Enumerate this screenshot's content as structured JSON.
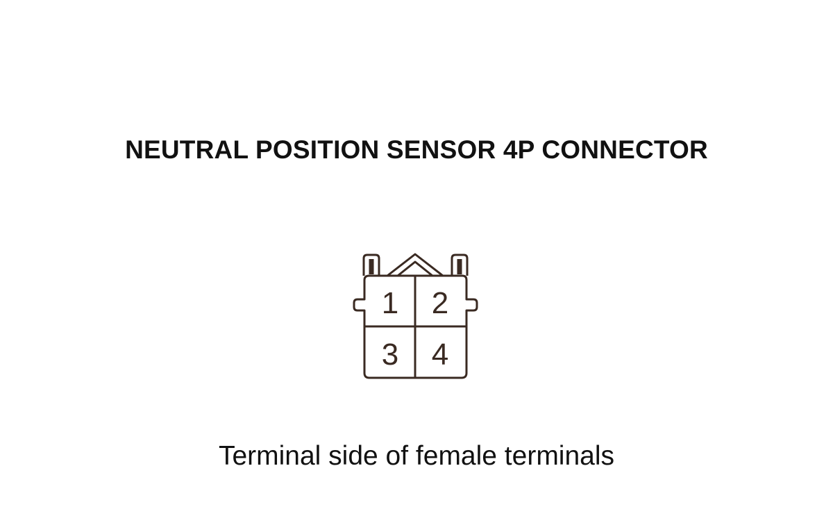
{
  "diagram": {
    "title": "NEUTRAL POSITION SENSOR 4P CONNECTOR",
    "caption": "Terminal side of female terminals",
    "connector": {
      "pins": [
        "1",
        "2",
        "3",
        "4"
      ],
      "stroke_color": "#3a2a22"
    }
  }
}
